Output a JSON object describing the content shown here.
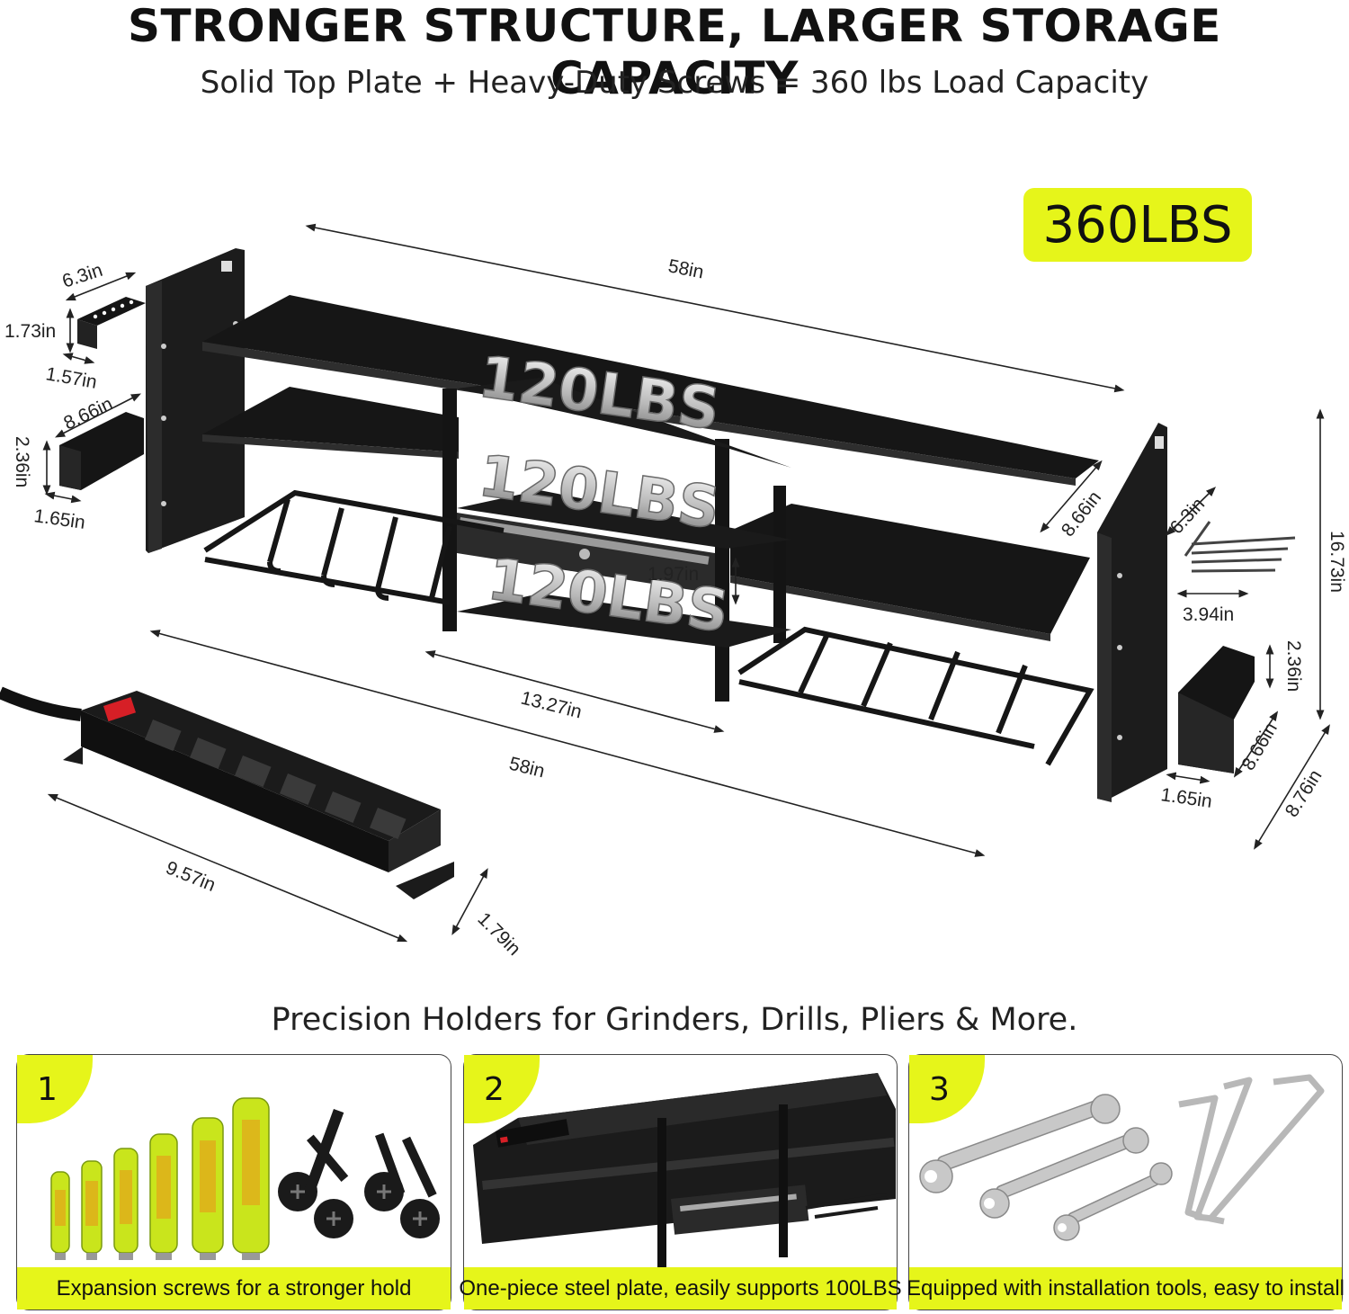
{
  "header": {
    "title": "STRONGER STRUCTURE, LARGER STORAGE CAPACITY",
    "subtitle": "Solid Top Plate + Heavy-Duty Screws = 360 lbs Load Capacity"
  },
  "badge": {
    "total_load": "360LBS"
  },
  "shelf_loads": [
    "120LBS",
    "120LBS",
    "120LBS"
  ],
  "dimensions": {
    "top_length": "58in",
    "bottom_length": "58in",
    "center_width": "13.27in",
    "shelf_depth": "8.66in",
    "drawer_gap": "1.97in",
    "height": "16.73in",
    "side_depth": "8.76in",
    "left_bit_holder": {
      "length": "6.3in",
      "height": "1.73in",
      "depth": "1.57in"
    },
    "left_drill_holder": {
      "length": "8.66in",
      "height": "2.36in",
      "depth": "1.65in"
    },
    "right_hook_rack": {
      "length": "6.3in",
      "depth": "3.94in"
    },
    "right_holder": {
      "height": "2.36in",
      "length": "8.66in",
      "depth": "1.65in"
    },
    "power_strip": {
      "length": "9.57in",
      "depth": "1.79in"
    }
  },
  "features": {
    "title": "Precision Holders for Grinders, Drills, Pliers & More.",
    "panels": [
      {
        "number": "1",
        "caption": "Expansion screws for a stronger hold"
      },
      {
        "number": "2",
        "caption": "One-piece steel plate, easily supports 100LBS"
      },
      {
        "number": "3",
        "caption": "Equipped with installation tools, easy to install"
      }
    ]
  },
  "colors": {
    "accent": "#e6f51a",
    "metal": "#1b1b1b",
    "text": "#111111"
  }
}
